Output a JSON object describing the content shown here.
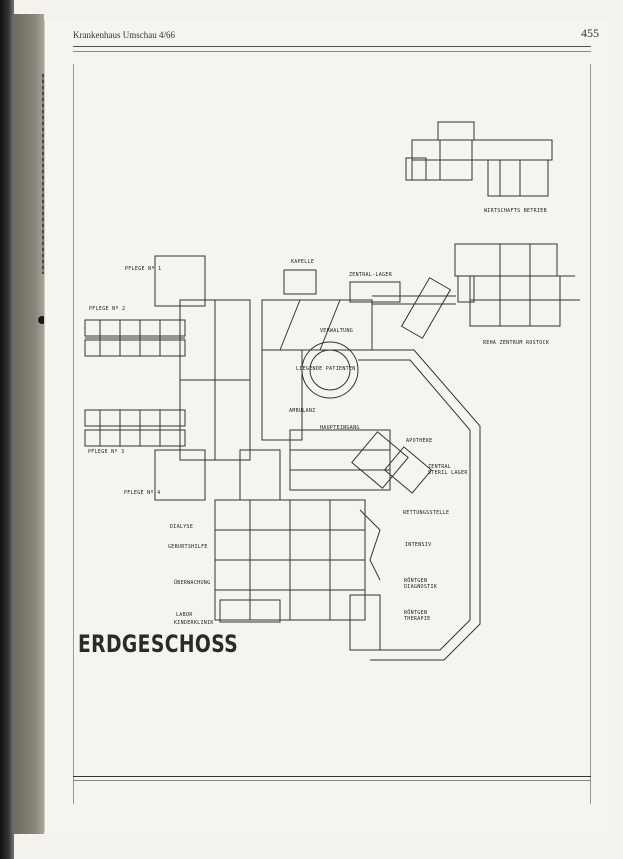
{
  "header": {
    "running_title": "Krankenhaus Umschau 4/66",
    "page_number": "455"
  },
  "plan": {
    "title": "ERDGESCHOSS",
    "labels": [
      {
        "key": "wirtschaftsbetrieb",
        "text": "WIRTSCHAFTS BETRIEB"
      },
      {
        "key": "reha",
        "text": "REHA ZENTRUM ROSTOCK"
      },
      {
        "key": "kapelle",
        "text": "KAPELLE"
      },
      {
        "key": "zentrallager",
        "text": "ZENTRAL-LAGER"
      },
      {
        "key": "pflege1",
        "text": "PFLEGE Nº 1"
      },
      {
        "key": "pflege2",
        "text": "PFLEGE Nº 2"
      },
      {
        "key": "pflege3",
        "text": "PFLEGE Nº 3"
      },
      {
        "key": "pflege4",
        "text": "PFLEGE Nº 4"
      },
      {
        "key": "verwaltung",
        "text": "VERWALTUNG"
      },
      {
        "key": "liegend",
        "text": "LIEGENDE PATIENTEN"
      },
      {
        "key": "ambulanz",
        "text": "AMBULANZ"
      },
      {
        "key": "haupteingang",
        "text": "HAUPTEINGANG"
      },
      {
        "key": "apotheke",
        "text": "APOTHEKE"
      },
      {
        "key": "zentralsteril",
        "text": "ZENTRAL STERIL LAGER"
      },
      {
        "key": "rettung",
        "text": "RETTUNGSSTELLE"
      },
      {
        "key": "intensiv",
        "text": "INTENSIV"
      },
      {
        "key": "roentgen",
        "text": "RÖNTGEN DIAGNOSTIK"
      },
      {
        "key": "roentgen2",
        "text": "RÖNTGEN THERAPIE"
      },
      {
        "key": "dialyse",
        "text": "DIALYSE"
      },
      {
        "key": "geburt",
        "text": "GEBURTSHILFE"
      },
      {
        "key": "ueberwachung",
        "text": "ÜBERWACHUNG"
      },
      {
        "key": "labor",
        "text": "LABOR"
      },
      {
        "key": "kinder",
        "text": "KINDERKLINIK"
      }
    ]
  }
}
